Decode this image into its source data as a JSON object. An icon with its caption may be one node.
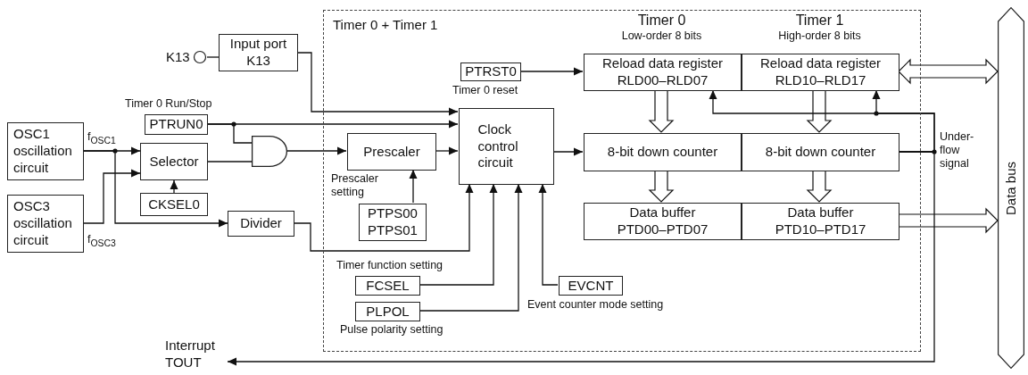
{
  "diagram": {
    "nodes": [
      {
        "text": [
          "Timer 0 + Timer 1"
        ]
      },
      {
        "text": [
          "K13"
        ]
      },
      {
        "text": [
          "Input port K13"
        ]
      },
      {
        "text": [
          "PTRUN0"
        ],
        "beside": [
          "Timer 0 Run/Stop"
        ]
      },
      {
        "text": [
          "OSC1 oscillation circuit"
        ]
      },
      {
        "text": [
          "OSC3 oscillation circuit"
        ]
      },
      {
        "text": [
          "Selector"
        ]
      },
      {
        "text": [
          "CKSEL0"
        ]
      },
      {
        "text": [],
        "shape": "gate"
      },
      {
        "text": [
          "Divider"
        ]
      },
      {
        "text": [
          "Prescaler"
        ],
        "in": 0
      },
      {
        "text": [
          "PTPS00 PTPS01"
        ],
        "in": 0
      },
      {
        "text": [
          "Clock control circuit"
        ],
        "in": 0
      },
      {
        "text": [
          "PTRST0"
        ],
        "in": 0,
        "beside": [
          "Timer 0 reset"
        ]
      },
      {
        "text": [
          "Reload data register RLD00–RLD07"
        ],
        "in": 0
      },
      {
        "text": [
          "Reload data register RLD10–RLD17"
        ],
        "in": 0
      },
      {
        "text": [
          "8-bit down counter"
        ],
        "in": 0
      },
      {
        "text": [
          "8-bit down counter"
        ],
        "in": 0
      },
      {
        "text": [
          "Data buffer PTD00–PTD07"
        ],
        "in": 0
      },
      {
        "text": [
          "Data buffer PTD10–PTD17"
        ],
        "in": 0
      },
      {
        "text": [
          "FCSEL"
        ],
        "in": 0,
        "beside": [
          "Timer function setting"
        ]
      },
      {
        "text": [
          "PLPOL"
        ],
        "in": 0,
        "beside": [
          "Pulse polarity setting"
        ]
      },
      {
        "text": [
          "EVCNT"
        ],
        "in": 0,
        "beside": [
          "Event counter mode setting"
        ]
      },
      {
        "text": [
          "Data bus"
        ]
      },
      {
        "text": [
          "Interrupt TOUT"
        ]
      }
    ],
    "edges": [
      {
        "from": 1,
        "to": 2,
        "arrow": "none"
      },
      {
        "from": 2,
        "to": 12,
        "arrow": "to"
      },
      {
        "from": 3,
        "to": 12,
        "arrow": "to"
      },
      {
        "from": 3,
        "to": 8,
        "arrow": "none"
      },
      {
        "from": 4,
        "to": 6,
        "arrow": "to"
      },
      {
        "from": 4,
        "to": 9,
        "arrow": "to"
      },
      {
        "from": 5,
        "to": 6,
        "arrow": "to"
      },
      {
        "from": 7,
        "to": 6,
        "arrow": "to"
      },
      {
        "from": 6,
        "to": 8,
        "arrow": "none"
      },
      {
        "from": 8,
        "to": 10,
        "arrow": "to"
      },
      {
        "from": 10,
        "to": 12,
        "arrow": "to"
      },
      {
        "from": 11,
        "to": 10,
        "arrow": "to"
      },
      {
        "from": 9,
        "to": 12,
        "arrow": "to"
      },
      {
        "from": 20,
        "to": 12,
        "arrow": "to"
      },
      {
        "from": 21,
        "to": 12,
        "arrow": "to"
      },
      {
        "from": 22,
        "to": 12,
        "arrow": "to"
      },
      {
        "from": 12,
        "to": 16,
        "arrow": "to"
      },
      {
        "from": 13,
        "to": 14,
        "arrow": "to"
      },
      {
        "from": 14,
        "to": 16,
        "arrow": "to",
        "style": "thick"
      },
      {
        "from": 16,
        "to": 18,
        "arrow": "to",
        "style": "thick"
      },
      {
        "from": 15,
        "to": 17,
        "arrow": "to",
        "style": "thick"
      },
      {
        "from": 17,
        "to": 19,
        "arrow": "to",
        "style": "thick"
      },
      {
        "from": 15,
        "to": 23,
        "arrow": "both",
        "style": "thick"
      },
      {
        "from": 19,
        "to": 23,
        "arrow": "to",
        "style": "thick"
      },
      {
        "from": 17,
        "to": 14,
        "arrow": "to"
      },
      {
        "from": 17,
        "to": 15,
        "arrow": "to"
      },
      {
        "from": 17,
        "to": 24,
        "arrow": "to"
      }
    ],
    "labels": [
      "f$_{OSC1}$",
      "f$_{OSC3}$",
      "Timer 0",
      "Low-order 8 bits",
      "Timer 1",
      "High-order 8 bits",
      "Prescaler setting",
      "Under- flow signal"
    ]
  }
}
